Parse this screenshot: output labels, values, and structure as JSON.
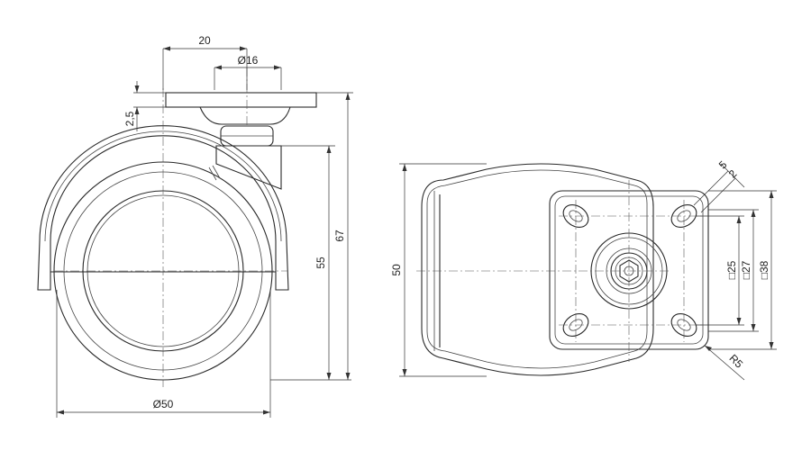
{
  "side_view": {
    "plate_width": "20",
    "stem_diameter": "Ø16",
    "plate_thickness": "2,5",
    "axle_height": "55",
    "total_height": "67",
    "wheel_diameter": "Ø50"
  },
  "top_view": {
    "overall_width": "50",
    "slot_size": "5",
    "slot_width": "2",
    "bolt_spacing_small": "□25",
    "bolt_spacing_large": "□27",
    "plate_size": "□38",
    "corner_radius": "R5"
  }
}
